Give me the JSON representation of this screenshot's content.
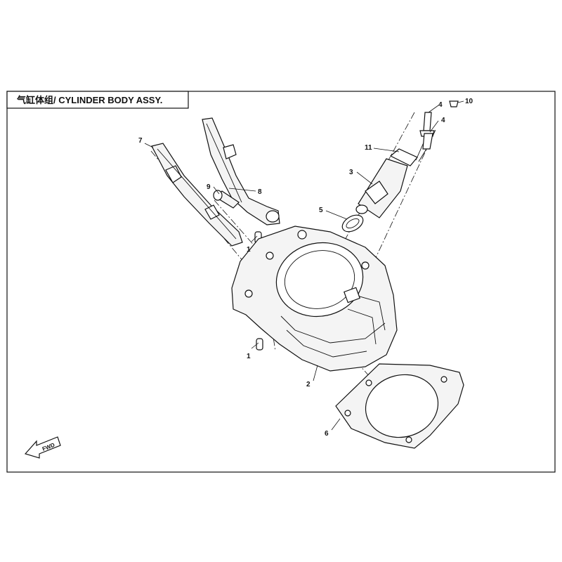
{
  "title": "气缸体组/ CYLINDER BODY ASSY.",
  "fwd_label": "FWD",
  "callouts": {
    "c1a": "1",
    "c1b": "1",
    "c2": "2",
    "c3": "3",
    "c4a": "4",
    "c4b": "4",
    "c5": "5",
    "c6": "6",
    "c7": "7",
    "c8": "8",
    "c9": "9",
    "c10": "10",
    "c11": "11"
  }
}
